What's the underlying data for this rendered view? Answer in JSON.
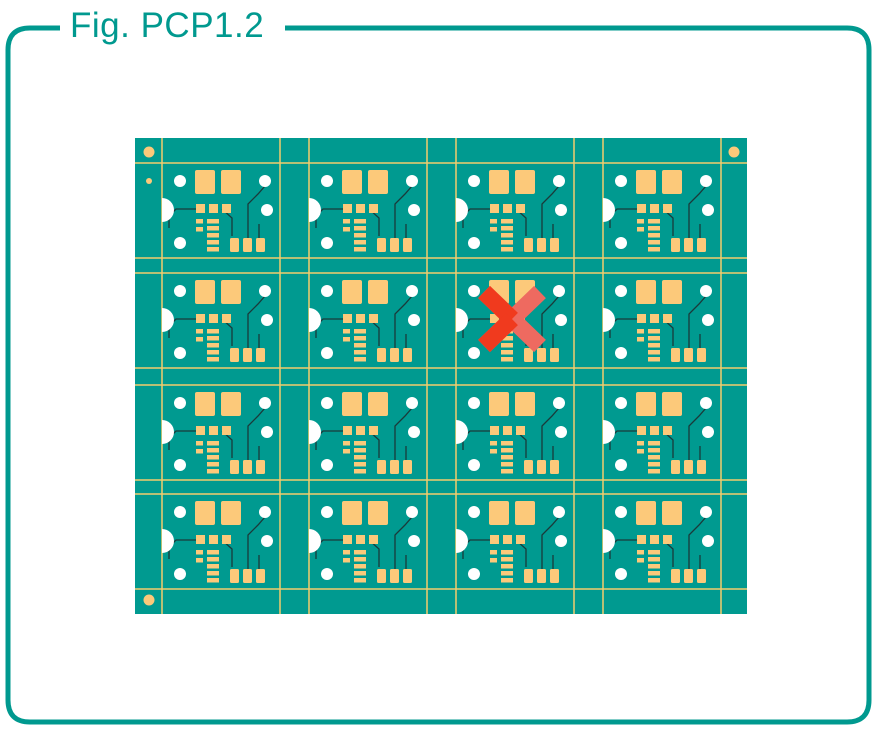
{
  "figure": {
    "title": "Fig. PCP1.2"
  },
  "panel": {
    "rows": 4,
    "columns": 4,
    "rejected_board": {
      "row": 2,
      "column": 3
    }
  },
  "colors": {
    "frame": "#00998f",
    "board": "#009a90",
    "silkscreen": "#f3cd6c",
    "pad": "#fcc97a",
    "hole": "#ffffff",
    "trace": "#1a3a3a",
    "reject_mark_dark": "#f03a1e",
    "reject_mark_light": "#ee6a60"
  }
}
